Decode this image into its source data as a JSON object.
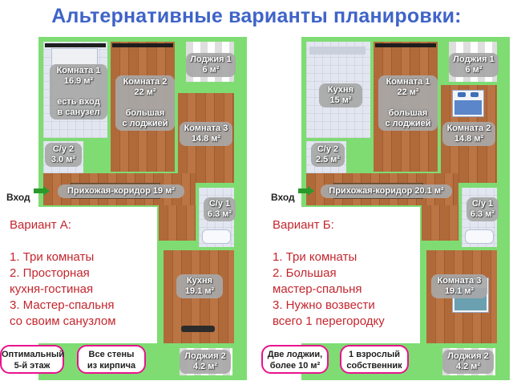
{
  "title": "Альтернативные варианты планировки:",
  "entrance_label": "Вход",
  "plan_a": {
    "rooms": {
      "room1": "Комната 1\n16.9 м²\n\nесть вход\nв санузел",
      "room2": "Комната 2\n22 м²\n\nбольшая\nс лоджией",
      "room3": "Комната 3\n14.8 м²",
      "loggia1": "Лоджия 1\n6 м²",
      "su2": "С/у 2\n3.0 м²",
      "corridor": "Прихожая-коридор 19 м²",
      "su1": "С/у 1\n6.3 м²",
      "kitchen": "Кухня\n19.1 м²",
      "loggia2": "Лоджия 2\n4.2 м²"
    },
    "description": [
      "Вариант А:",
      "",
      "1. Три комнаты",
      "2. Просторная",
      "кухня-гостиная",
      "3. Мастер-спальня",
      "со своим санузлом"
    ],
    "badges": [
      "Оптимальный\n5-й этаж",
      "Все стены\nиз кирпича"
    ]
  },
  "plan_b": {
    "rooms": {
      "kitchen": "Кухня\n15 м²",
      "room1": "Комната 1\n22 м²\n\nбольшая\nс лоджией",
      "room2": "Комната 2\n14.8 м²",
      "loggia1": "Лоджия 1\n6 м²",
      "su2": "С/у 2\n2.5 м²",
      "corridor": "Прихожая-коридор 20.1 м²",
      "su1": "С/у 1\n6.3 м²",
      "room3": "Комната 3\n19.1 м²",
      "loggia2": "Лоджия 2\n4.2 м²"
    },
    "description": [
      "Вариант Б:",
      "",
      "1. Три комнаты",
      "2. Большая",
      "мастер-спальня",
      "3. Нужно возвести",
      "всего 1 перегородку"
    ],
    "badges": [
      "Две лоджии,\nболее 10 м²",
      "1 взрослый\nсобственник"
    ]
  },
  "colors": {
    "title": "#3f64c8",
    "walls": "#7fdc73",
    "description": "#c4262e",
    "badge_border": "#e8138d",
    "arrow": "#2a9a2a"
  }
}
